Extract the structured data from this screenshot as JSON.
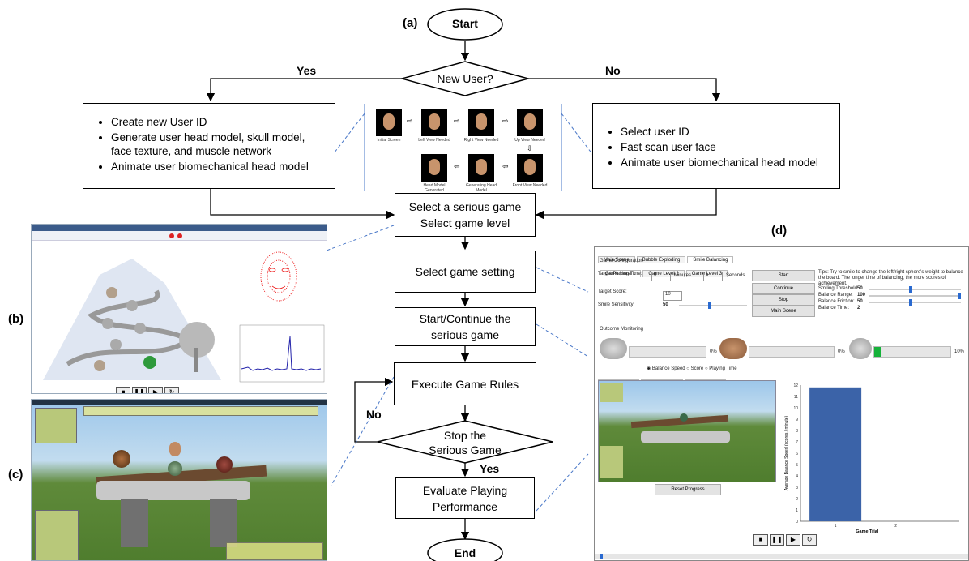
{
  "panels": {
    "a": "(a)",
    "b": "(b)",
    "c": "(c)",
    "d": "(d)"
  },
  "flow": {
    "start": "Start",
    "new_user": "New User?",
    "yes": "Yes",
    "no": "No",
    "select_game": [
      "Select a serious game",
      "Select game level"
    ],
    "game_setting": "Select game setting",
    "start_continue": [
      "Start/Continue the",
      "serious game"
    ],
    "execute": "Execute Game Rules",
    "stop": [
      "Stop the",
      "Serious Game"
    ],
    "loop_no": "No",
    "stop_yes": "Yes",
    "evaluate": [
      "Evaluate Playing",
      "Performance"
    ],
    "end": "End"
  },
  "new_user_steps": [
    "Create new User ID",
    "Generate user head model, skull model, face texture, and muscle network",
    "Animate user biomechanical head model"
  ],
  "existing_user_steps": [
    "Select user ID",
    "Fast scan user face",
    "Animate user biomechanical head model"
  ],
  "scan_thumbnails": [
    "Initial Screen",
    "Left View Needed",
    "Right View Needed",
    "Up View Needed",
    "Head Model Generated",
    "Generating Head Model",
    "Front View Needed"
  ],
  "panel_d": {
    "tabs": [
      "Main Scene",
      "Bubble Exploding",
      "Smile Balancing"
    ],
    "config_title": "Game Configuration",
    "level_tabs": [
      "Game Level 1",
      "Game Level 2",
      "Game Level 3"
    ],
    "target_time_label": "Target Playing Time:",
    "minutes_value": "0",
    "minutes_label": "Minutes",
    "seconds_value": "5",
    "seconds_label": "Seconds",
    "target_score_label": "Target Score:",
    "target_score_value": "10",
    "smile_sensitivity_label": "Smile Sensitivity:",
    "smile_sensitivity_value": "50",
    "buttons": [
      "Start",
      "Continue",
      "Stop",
      "Main Scene"
    ],
    "tips": "Tips: Try to smile to change the left/right sphere's weight to balance the board. The longer time of balancing, the more scores of achievement.",
    "params": [
      {
        "label": "Smiling Threshold:",
        "value": "50"
      },
      {
        "label": "Balance Range:",
        "value": "100"
      },
      {
        "label": "Balance Friction:",
        "value": "50"
      },
      {
        "label": "Balance Time:",
        "value": "2"
      }
    ],
    "outcome_title": "Outcome Monitoring",
    "progress": [
      {
        "pct": "0%",
        "fill": 0
      },
      {
        "pct": "0%",
        "fill": 0
      },
      {
        "pct": "10%",
        "fill": 0.1
      }
    ],
    "radio": [
      "Balance Speed",
      "Score",
      "Playing Time"
    ],
    "reset": "Reset Progress",
    "ylabel": "Average Balance Speed (scores / minute)",
    "xlabel": "Game Trial",
    "yticks": [
      "0",
      "1",
      "2",
      "3",
      "4",
      "5",
      "6",
      "7",
      "8",
      "9",
      "10",
      "11",
      "12"
    ],
    "xticks": [
      "1",
      "2"
    ],
    "bar_value": 11.8
  }
}
